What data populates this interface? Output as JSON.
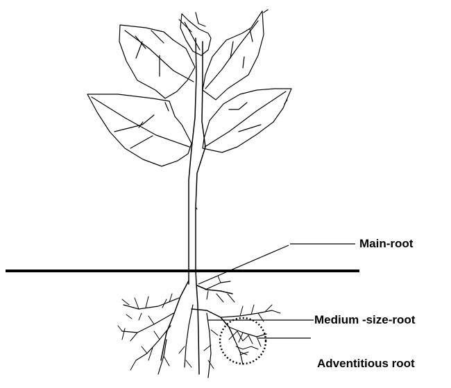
{
  "labels": {
    "main_root": "Main-root",
    "medium_root": "Medium -size-root",
    "adventitious_root": "Adventitious root"
  },
  "colors": {
    "ink": "#000000",
    "background": "#ffffff"
  }
}
